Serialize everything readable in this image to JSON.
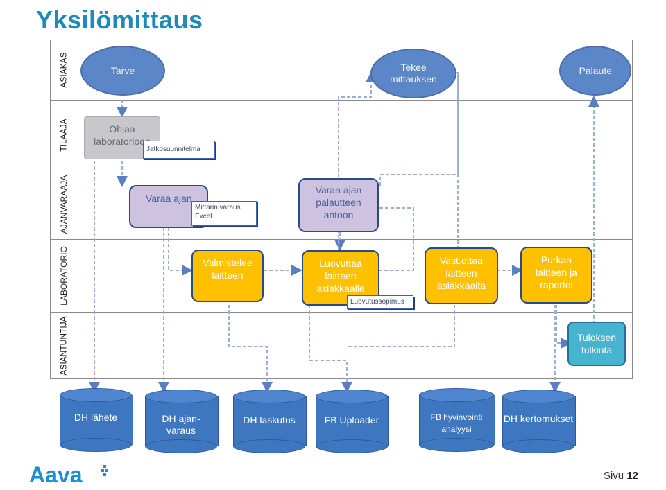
{
  "title": "Yksilömittaus",
  "lanes": [
    {
      "label": "ASIAKAS"
    },
    {
      "label": "TILAAJA"
    },
    {
      "label": "AJANVARAAJA"
    },
    {
      "label": "LABORATORIO"
    },
    {
      "label": "ASIANTUNTIJA"
    }
  ],
  "nodes": {
    "tarve": "Tarve",
    "tekee": "Tekee mittauksen",
    "palaute": "Palaute",
    "ohjaa": "Ohjaa laboratorioon",
    "varaa_ajan": "Varaa ajan",
    "varaa_palaute": "Varaa ajan palautteen antoon",
    "valmistelee": "Valmistelee laitteen",
    "luovuttaa": "Luovuttaa laitteen asiakkaalle",
    "vast_ottaa": "Vast.ottaa laitteen asiakkaalta",
    "purkaa": "Purkaa laitteen ja raportoi",
    "tuloksen": "Tuloksen tulkinta"
  },
  "notes": {
    "jatkosuunnitelma": "Jatkosuunnitelma",
    "mittarin": "Mittarin varaus Excel",
    "luovutussopimus": "Luovutussopimus"
  },
  "systems": [
    {
      "label": "DH lähete"
    },
    {
      "label": "DH ajan-varaus"
    },
    {
      "label": "DH laskutus"
    },
    {
      "label": "FB Uploader"
    },
    {
      "label": "FB hyvinvointi analyysi"
    },
    {
      "label": "DH kertomukset"
    }
  ],
  "footer": {
    "logo_text": "Aava",
    "page_label": "Sivu",
    "page_number": "12"
  },
  "colors": {
    "title": "#1f8ab8",
    "oval": "#5b87c8",
    "lavender": "#cdc3e0",
    "orange": "#ffc000",
    "teal": "#46b3cf",
    "database": "#3f76c0",
    "logo": "#1a8fd1"
  }
}
